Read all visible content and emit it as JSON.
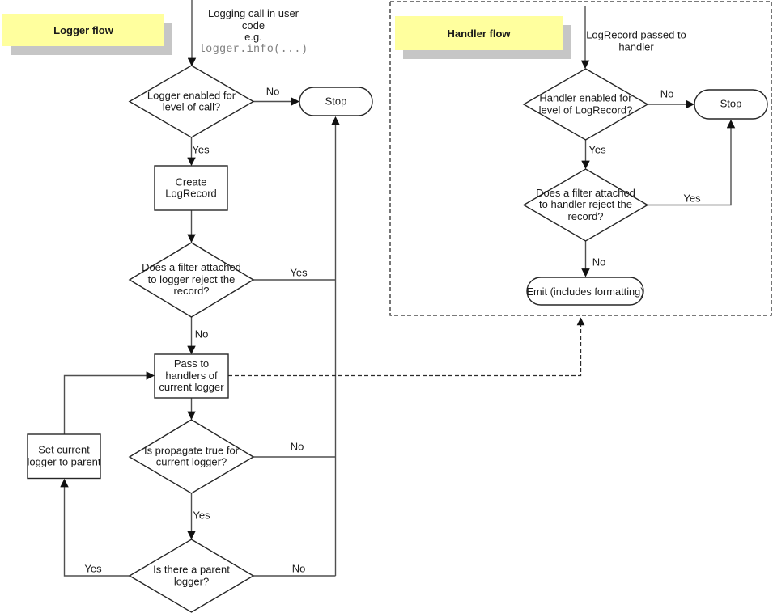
{
  "colors": {
    "note_bg": "#ffff9e",
    "note_shadow": "#c6c6c6",
    "line": "#4f4f4f",
    "shape_border": "#262626",
    "code_text": "#808080",
    "text": "#1a1a1a"
  },
  "logger_flow": {
    "title": "Logger flow",
    "entry_text": "Logging call in user\ncode\ne.g.",
    "entry_code": "logger.info(...)",
    "enabled_question": "Logger enabled for\nlevel of call?",
    "stop_label": "Stop",
    "create_box": "Create\nLogRecord",
    "filter_question": "Does a filter attached\nto logger reject the\nrecord?",
    "pass_box": "Pass to\nhandlers of\ncurrent logger",
    "propagate_question": "Is propagate true for\ncurrent logger?",
    "parent_question": "Is there a parent\nlogger?",
    "set_parent_box": "Set current\nlogger to parent",
    "labels": {
      "enabled_no": "No",
      "enabled_yes": "Yes",
      "filter_yes": "Yes",
      "filter_no": "No",
      "propagate_no": "No",
      "propagate_yes": "Yes",
      "parent_yes": "Yes",
      "parent_no": "No"
    }
  },
  "handler_flow": {
    "title": "Handler flow",
    "entry_text": "LogRecord passed to\nhandler",
    "enabled_question": "Handler enabled for\nlevel of LogRecord?",
    "stop_label": "Stop",
    "filter_question": "Does a filter attached\nto handler reject the\nrecord?",
    "emit_label": "Emit (includes formatting)",
    "labels": {
      "enabled_no": "No",
      "enabled_yes": "Yes",
      "filter_yes": "Yes",
      "filter_no": "No"
    }
  }
}
